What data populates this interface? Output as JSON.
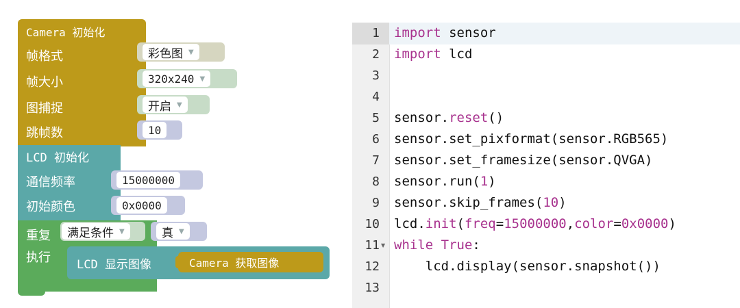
{
  "blocks": {
    "camera_init": {
      "title": "Camera 初始化",
      "fields": [
        {
          "label": "帧格式",
          "value": "彩色图",
          "dropdown": true
        },
        {
          "label": "帧大小",
          "value": "320x240",
          "dropdown": true
        },
        {
          "label": "图捕捉",
          "value": "开启",
          "dropdown": true
        },
        {
          "label": "跳帧数",
          "value": "10",
          "dropdown": false
        }
      ]
    },
    "lcd_init": {
      "title": "LCD 初始化",
      "fields": [
        {
          "label": "通信频率",
          "value": "15000000"
        },
        {
          "label": "初始颜色",
          "value": "0x0000"
        }
      ]
    },
    "loop": {
      "repeat_label": "重复",
      "condition_mode": "满足条件",
      "condition_value": "真",
      "do_label": "执行"
    },
    "display": {
      "label": "LCD 显示图像",
      "camera_get": "Camera 获取图像"
    },
    "colors": {
      "camera": "#bd9a1a",
      "lcd": "#5ba8a8",
      "loop": "#5bab5b"
    }
  },
  "editor": {
    "lines": [
      {
        "n": "1",
        "text": "import sensor"
      },
      {
        "n": "2",
        "text": "import lcd"
      },
      {
        "n": "3",
        "text": ""
      },
      {
        "n": "4",
        "text": ""
      },
      {
        "n": "5",
        "text": "sensor.reset()"
      },
      {
        "n": "6",
        "text": "sensor.set_pixformat(sensor.RGB565)"
      },
      {
        "n": "7",
        "text": "sensor.set_framesize(sensor.QVGA)"
      },
      {
        "n": "8",
        "text": "sensor.run(1)"
      },
      {
        "n": "9",
        "text": "sensor.skip_frames(10)"
      },
      {
        "n": "10",
        "text": "lcd.init(freq=15000000,color=0x0000)"
      },
      {
        "n": "11",
        "text": "while True:"
      },
      {
        "n": "12",
        "text": "    lcd.display(sensor.snapshot())"
      },
      {
        "n": "13",
        "text": ""
      }
    ],
    "keyword_color": "#a8328e"
  }
}
